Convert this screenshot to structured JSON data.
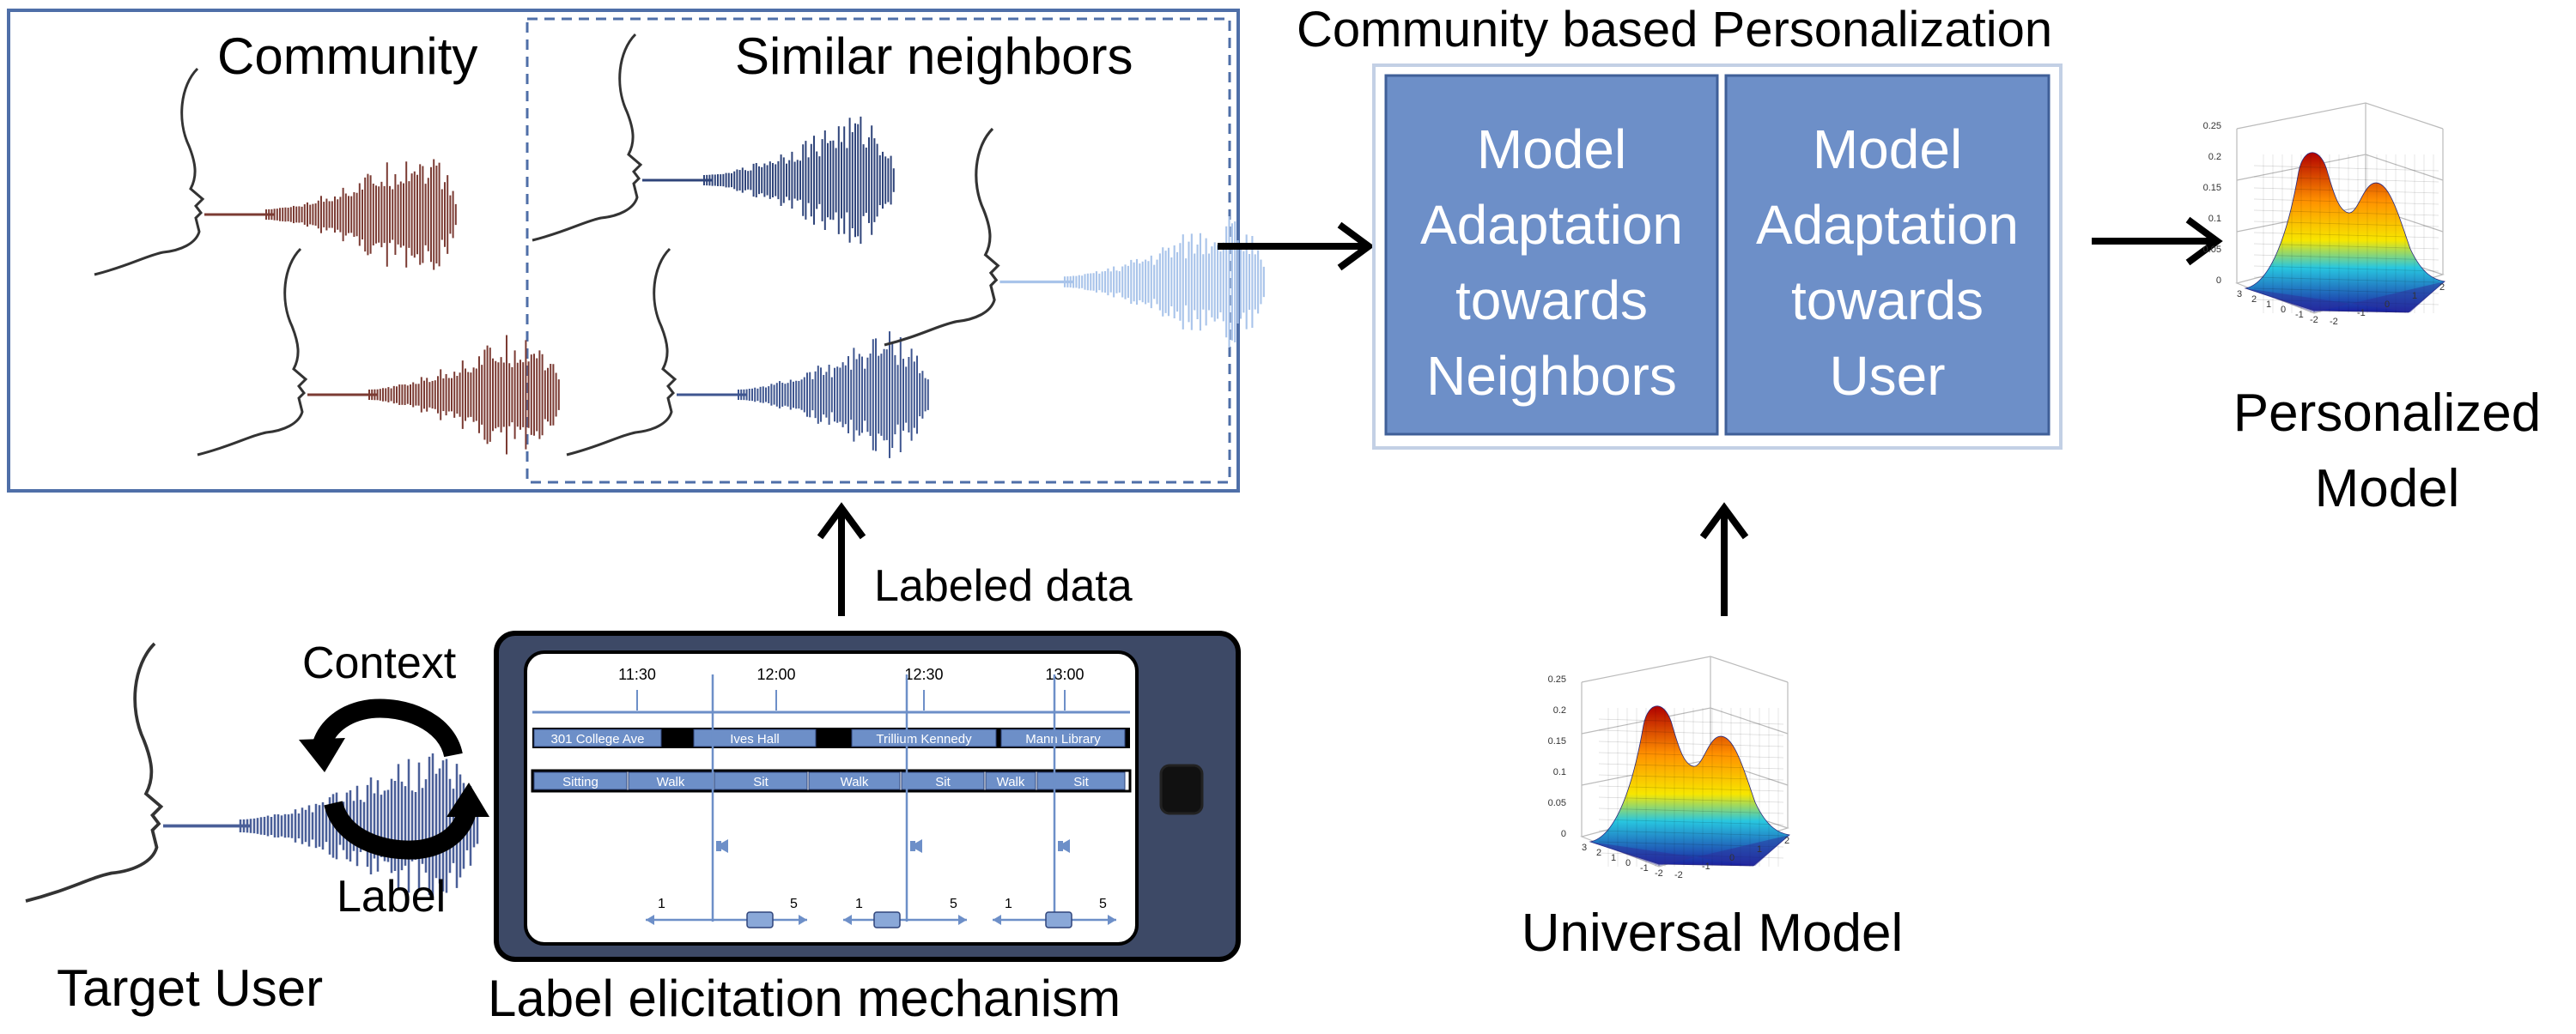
{
  "community": {
    "label": "Community",
    "neighbors_label": "Similar neighbors"
  },
  "personalization": {
    "title": "Community based Personalization",
    "block_neighbors": [
      "Model",
      "Adaptation",
      "towards",
      "Neighbors"
    ],
    "block_user": [
      "Model",
      "Adaptation",
      "towards",
      "User"
    ]
  },
  "personalized_model": {
    "label_lines": [
      "Personalized",
      "Model"
    ],
    "z_ticks": [
      "0.25",
      "0.2",
      "0.15",
      "0.1",
      "0.05",
      "0"
    ],
    "x_ticks": [
      "3",
      "2",
      "1",
      "0",
      "-1",
      "-2"
    ],
    "y_ticks": [
      "-2",
      "-1",
      "0",
      "1",
      "2"
    ]
  },
  "universal_model": {
    "label": "Universal Model",
    "z_ticks": [
      "0.25",
      "0.2",
      "0.15",
      "0.1",
      "0.05",
      "0"
    ],
    "x_ticks": [
      "3",
      "2",
      "1",
      "0",
      "-1",
      "-2"
    ],
    "y_ticks": [
      "-2",
      "-1",
      "0",
      "1",
      "2"
    ]
  },
  "labeled_data": "Labeled data",
  "context": "Context",
  "label": "Label",
  "target_user": "Target User",
  "mechanism": "Label elicitation mechanism",
  "timeline": {
    "times": [
      "11:30",
      "12:00",
      "12:30",
      "13:00"
    ],
    "locations": [
      "301 College Ave",
      "Ives Hall",
      "Trillium Kennedy",
      "Mann Library"
    ],
    "activities": [
      "Sitting",
      "Walk",
      "Sit",
      "Walk",
      "Sit",
      "Walk",
      "Sit"
    ],
    "slider_min": "1",
    "slider_max": "5"
  },
  "colors": {
    "frame": "#4f6fa8",
    "block_fill": "#6d8fc8",
    "block_border": "#9fb6dc",
    "community_wave": "#7b3b33",
    "neighbor_wave": "#2f447a",
    "neighbor_wave_light": "#a9c4ea",
    "device": "#3d4966",
    "arrow": "#000000"
  }
}
